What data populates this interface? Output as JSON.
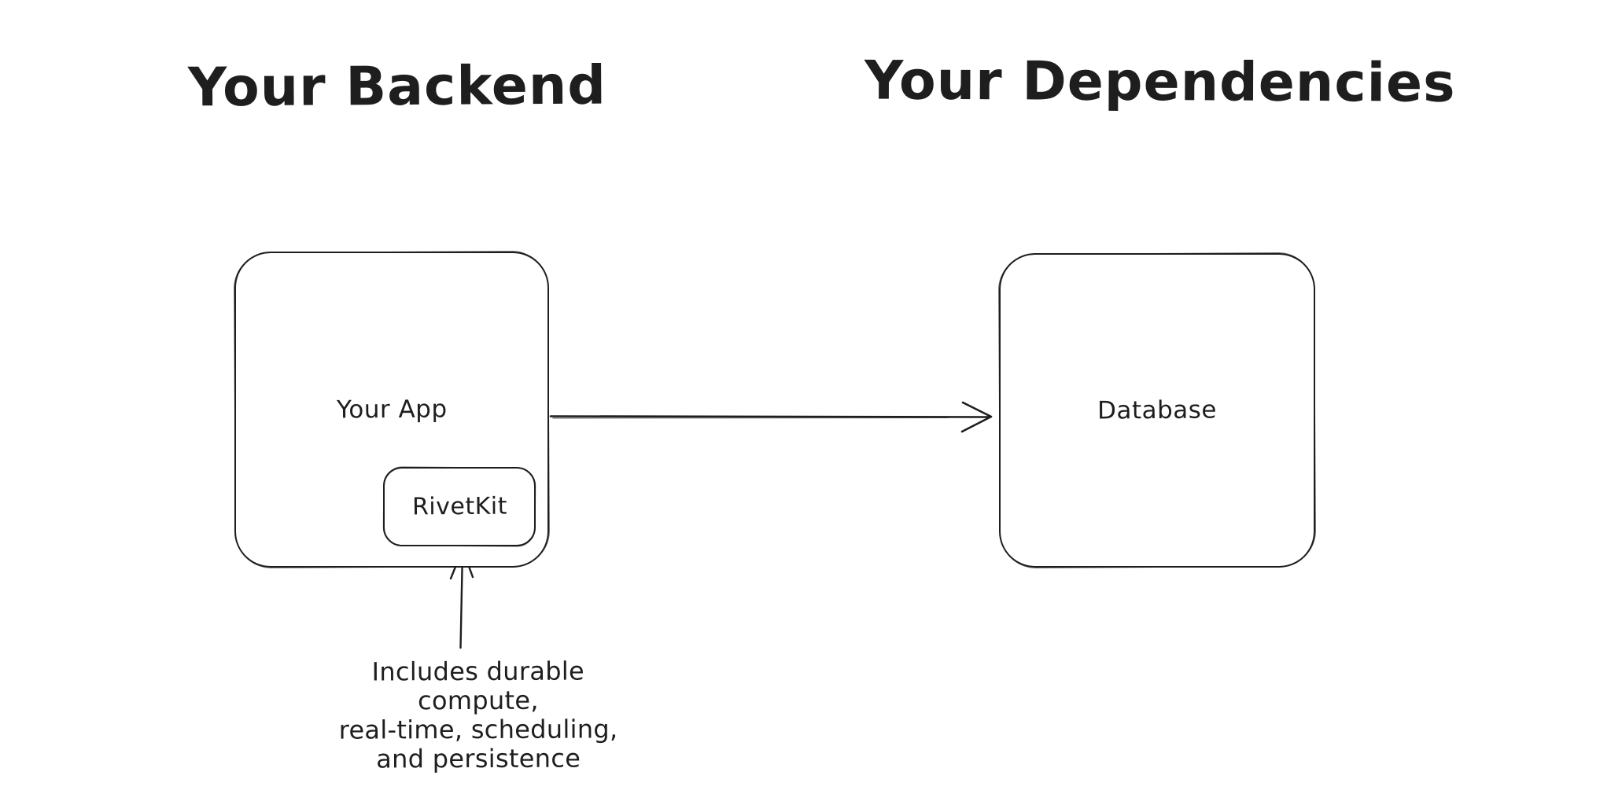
{
  "diagram": {
    "headings": {
      "left": "Your Backend",
      "right": "Your Dependencies"
    },
    "nodes": {
      "your_app": {
        "label": "Your App"
      },
      "rivetkit": {
        "label": "RivetKit"
      },
      "database": {
        "label": "Database"
      }
    },
    "edges": [
      {
        "from": "Your App",
        "to": "Database",
        "style": "arrow-right"
      },
      {
        "from": "annotation",
        "to": "RivetKit",
        "style": "arrow-up"
      }
    ],
    "annotation": {
      "lines": {
        "0": "Includes durable compute,",
        "1": "real-time, scheduling,",
        "2": "and persistence"
      }
    },
    "colors": {
      "ink": "#1e1e1e",
      "background": "#ffffff"
    }
  }
}
